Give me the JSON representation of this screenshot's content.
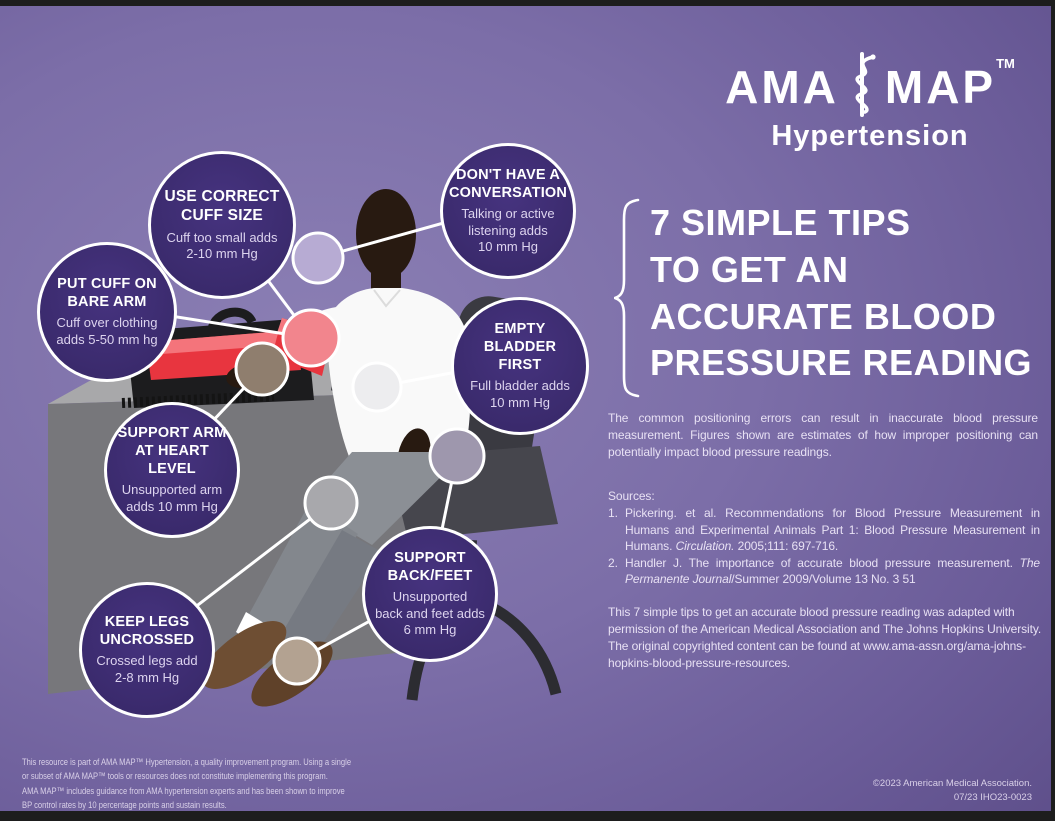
{
  "colors": {
    "background_purple": "#7c6ea8",
    "tip_circle_purple": "#3a2a6c",
    "cuff_red": "#e7353e",
    "text_light": "#e8e1f4"
  },
  "logo": {
    "ama": "AMA",
    "map": "MAP",
    "tm": "TM",
    "subtitle": "Hypertension",
    "caduceus_icon": "serpent-on-staff"
  },
  "headline": "7 SIMPLE TIPS\nTO GET AN\nACCURATE BLOOD\nPRESSURE READING",
  "intro": "The common positioning errors can result in inaccurate blood pressure measurement. Figures shown are estimates of how improper positioning can potentially impact blood pressure readings.",
  "sources": {
    "label": "Sources:",
    "items": [
      {
        "num": "1.",
        "pre": "Pickering. et al. Recommendations for Blood Pressure Measurement in Humans and Experimental Animals Part 1: Blood Pressure Measurement in Humans. ",
        "italic": "Circulation.",
        "post": " 2005;111: 697-716."
      },
      {
        "num": "2.",
        "pre": "Handler J. The importance of accurate blood pressure measurement. ",
        "italic": "The Permanente Journal",
        "post": "/Summer 2009/Volume 13 No. 3 51"
      }
    ]
  },
  "adaptation": "This 7 simple tips to get an accurate blood pressure reading was adapted with permission of the American Medical Association and The Johns Hopkins University. The original copyrighted content can be found at www.ama-assn.org/ama-johns-hopkins-blood-pressure-resources.",
  "footer": {
    "disclaimer": "This resource is part of AMA MAP™ Hypertension, a quality improvement program. Using a single\nor subset of AMA MAP™ tools or resources does not constitute implementing this program.\nAMA MAP™ includes guidance from AMA hypertension experts and has been shown to improve\nBP control rates by 10 percentage points and sustain results.",
    "copyright": "©2023 American Medical Association.",
    "code": "07/23 IHO23-0023"
  },
  "tips": [
    {
      "title": "USE CORRECT\nCUFF SIZE",
      "body": "Cuff too small adds\n2-10 mm Hg"
    },
    {
      "title": "PUT CUFF ON\nBARE ARM",
      "body": "Cuff over clothing\nadds 5-50 mm hg"
    },
    {
      "title": "DON'T HAVE A\nCONVERSATION",
      "body": "Talking or active\nlistening adds\n10 mm Hg"
    },
    {
      "title": "EMPTY\nBLADDER FIRST",
      "body": "Full bladder adds\n10 mm Hg"
    },
    {
      "title": "SUPPORT ARM\nAT HEART LEVEL",
      "body": "Unsupported arm\nadds 10 mm Hg"
    },
    {
      "title": "SUPPORT\nBACK/FEET",
      "body": "Unsupported\nback and feet adds\n6 mm Hg"
    },
    {
      "title": "KEEP LEGS\nUNCROSSED",
      "body": "Crossed legs add\n2-8 mm Hg"
    }
  ]
}
